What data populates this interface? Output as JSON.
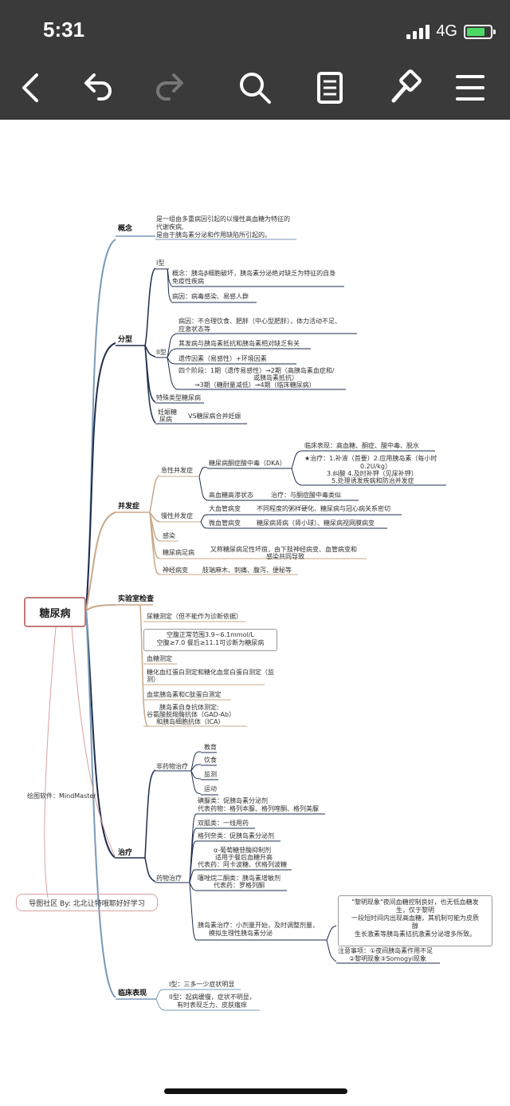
{
  "status": {
    "time": "5:31",
    "network": "4G"
  },
  "toolbar": {
    "buttons": [
      "back-icon",
      "undo-icon",
      "redo-icon",
      "search-icon",
      "outline-icon",
      "format-brush-icon",
      "menu-icon"
    ]
  },
  "colors": {
    "bar": "#3a3a3a",
    "root_border": "#c87878",
    "branch_blue": "#7a9ab8",
    "branch_tan": "#c8a888",
    "branch_navy": "#1e2d4e",
    "battery_fill": "#4cd964"
  },
  "map": {
    "root": "糖尿病",
    "concept": {
      "title": "概念",
      "text1": "是一组由多重病因引起的以慢性高血糖为特征的",
      "text2": "代谢疾病,",
      "text3": "是由于胰岛素分泌和作用缺陷所引起的。"
    },
    "types": {
      "title": "分型",
      "t1": "I型",
      "t1_a1": "概念：胰岛β细胞破坏，胰岛素分泌绝对缺乏为特征的自身",
      "t1_a2": "免疫性疾病",
      "t1_b": "病因：病毒感染、易感人群",
      "t2": "II型",
      "t2_a1": "病因：不合理饮食、肥胖（中心型肥胖），体力活动不足、",
      "t2_a2": "应激状态等",
      "t2_b": "其发病与胰岛素抵抗和胰岛素相对缺乏有关",
      "t2_c": "遗传因素（易感性）+环境因素",
      "t2_d1": "四个阶段：1期（遗传易感性）→2期（高胰岛素血症和/",
      "t2_d2": "或胰岛素抵抗）",
      "t2_d3": "→3期（糖耐量减低）→4期（临床糖尿病）",
      "special": "特殊类型糖尿病",
      "gest1": "妊娠糖",
      "gest2": "尿病",
      "gest_note": "VS糖尿病合并妊娠"
    },
    "complications": {
      "title": "并发症",
      "acute": "急性并发症",
      "dka": "糖尿病酮症酸中毒（DKA）",
      "dka_sym": "临床表现：高血糖、酮症、酸中毒、脱水",
      "dka_t1": "★治疗：1.补液（首要）2.应用胰岛素（每小时",
      "dka_t2": "0.2U/kg）",
      "dka_t3": "3.纠酸 4.及时补钾（见尿补钾）",
      "dka_t4": "5.处理诱发疾病和防治并发症",
      "hhs": "高血糖高渗状态",
      "hhs_t": "治疗：与酮症酸中毒类似",
      "chronic": "慢性并发症",
      "macro": "大血管病变",
      "macro_t": "不同程度的粥样硬化、糖尿病与冠心病关系密切",
      "micro": "微血管病变",
      "micro_t": "糖尿病肾病（肾小球）、糖尿病视网膜病变",
      "infection": "感染",
      "foot": "糖尿病足病",
      "foot_t1": "又称糖尿病足性坏疽，由下肢神经病变、血管病变和",
      "foot_t2": "感染共同导致",
      "neuro": "神经病变",
      "neuro_t": "肢端麻木、刺痛、腹泻、便秘等"
    },
    "lab": {
      "title": "实验室检查",
      "urine": "尿糖测定（但不能作为诊断依据）",
      "range1": "空腹正常范围3.9~6.1mmol/L",
      "range2": "空腹≥7.0  餐后≥11.1可诊断为糖尿病",
      "glucose": "血糖测定",
      "hba1c1": "糖化血红蛋白测定和糖化血浆白蛋白测定（监",
      "hba1c2": "测）",
      "insulin": "血浆胰岛素和C肽蛋白测定",
      "ab1": "胰岛素自身抗体测定:",
      "ab2": "谷氨酸脱羧酶抗体（GAD-Ab）",
      "ab3": "和胰岛细胞抗体（ICA）"
    },
    "software": "绘图软件：MindMaster",
    "community": "导图社区 By:  北北让特哦耶好好学习",
    "treatment": {
      "title": "治疗",
      "nondrug": "非药物治疗",
      "edu": "教育",
      "diet": "饮食",
      "monitor": "监测",
      "exercise": "运动",
      "drug": "药物治疗",
      "su1": "磺脲类：促胰岛素分泌剂",
      "su2": "代表药物：格列本脲、格列喹酮、格列美脲",
      "bg": "双胍类：一线用药",
      "glinide": "格列奈类：促胰岛素分泌剂",
      "agi1": "α-葡萄糖苷酶抑制剂",
      "agi2": "适用于餐后血糖升高",
      "agi3": "代表药：阿卡波糖、伏格列波糖",
      "tzd1": "噻唑烷二酮类：胰岛素增敏剂",
      "tzd2": "代表药：罗格列酮",
      "ins1": "胰岛素治疗：小剂量开始，及时调整剂量，",
      "ins2": "模拟生理性胰岛素分泌",
      "dawn1": "\"黎明现象\"夜间血糖控制良好，也无低血糖发",
      "dawn2": "生，仅于黎明",
      "dawn3": "一段短时间内出现高血糖，其机制可能为皮质",
      "dawn4": "醇",
      "dawn5": "生长激素等胰岛素拮抗激素分泌增多所致。",
      "caution1": "注意事项：①夜间胰岛素作用不足",
      "caution2": "②黎明现象③Somogyi现象"
    },
    "clinical": {
      "title": "临床表现",
      "t1": "I型：三多一少症状明显",
      "t2a": "II型：起病缓慢，症状不明显，",
      "t2b": "有时表现乏力、皮肤瘙痒"
    }
  }
}
